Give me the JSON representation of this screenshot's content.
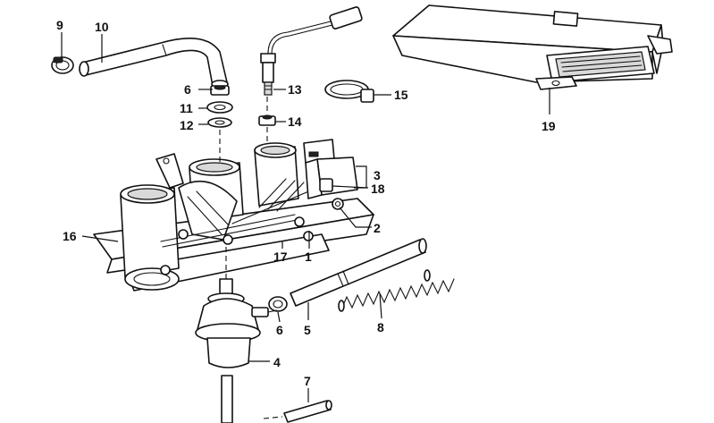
{
  "diagram": {
    "callouts": [
      {
        "id": "c9",
        "label": "9"
      },
      {
        "id": "c10",
        "label": "10"
      },
      {
        "id": "c6a",
        "label": "6"
      },
      {
        "id": "c11",
        "label": "11"
      },
      {
        "id": "c12",
        "label": "12"
      },
      {
        "id": "c13",
        "label": "13"
      },
      {
        "id": "c14",
        "label": "14"
      },
      {
        "id": "c15",
        "label": "15"
      },
      {
        "id": "c19",
        "label": "19"
      },
      {
        "id": "c3",
        "label": "3"
      },
      {
        "id": "c18",
        "label": "18"
      },
      {
        "id": "c2",
        "label": "2"
      },
      {
        "id": "c16",
        "label": "16"
      },
      {
        "id": "c17",
        "label": "17"
      },
      {
        "id": "c1",
        "label": "1"
      },
      {
        "id": "c6b",
        "label": "6"
      },
      {
        "id": "c5",
        "label": "5"
      },
      {
        "id": "c8",
        "label": "8"
      },
      {
        "id": "c4",
        "label": "4"
      },
      {
        "id": "c7",
        "label": "7"
      }
    ]
  },
  "colors": {
    "line": "#111111",
    "background": "#ffffff",
    "shade": "#d9d9d9"
  }
}
